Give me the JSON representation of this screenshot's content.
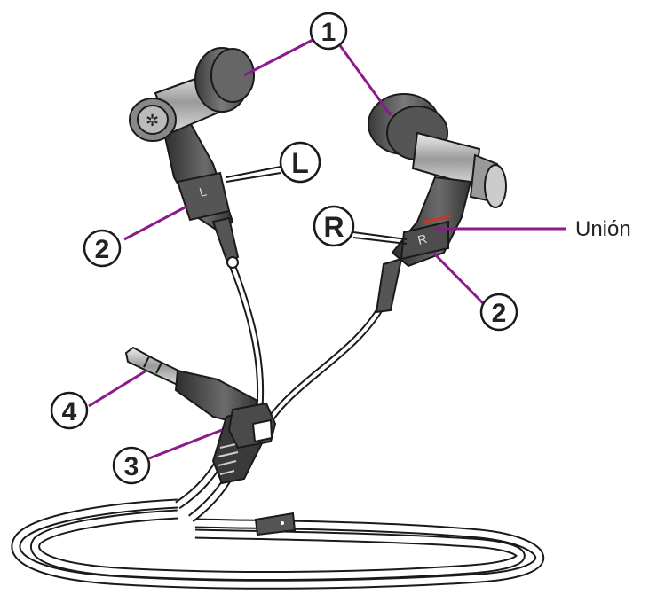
{
  "callouts": {
    "c1": "1",
    "c2_left": "2",
    "c2_right": "2",
    "c3": "3",
    "c4": "4",
    "left": "L",
    "right": "R"
  },
  "union_label": "Unión",
  "colors": {
    "leader": "#8b1a8b",
    "outline": "#1a1a1a",
    "body_dark": "#4a4a4a",
    "metal": "#b8b8b8",
    "union_mark": "#c0392b"
  }
}
